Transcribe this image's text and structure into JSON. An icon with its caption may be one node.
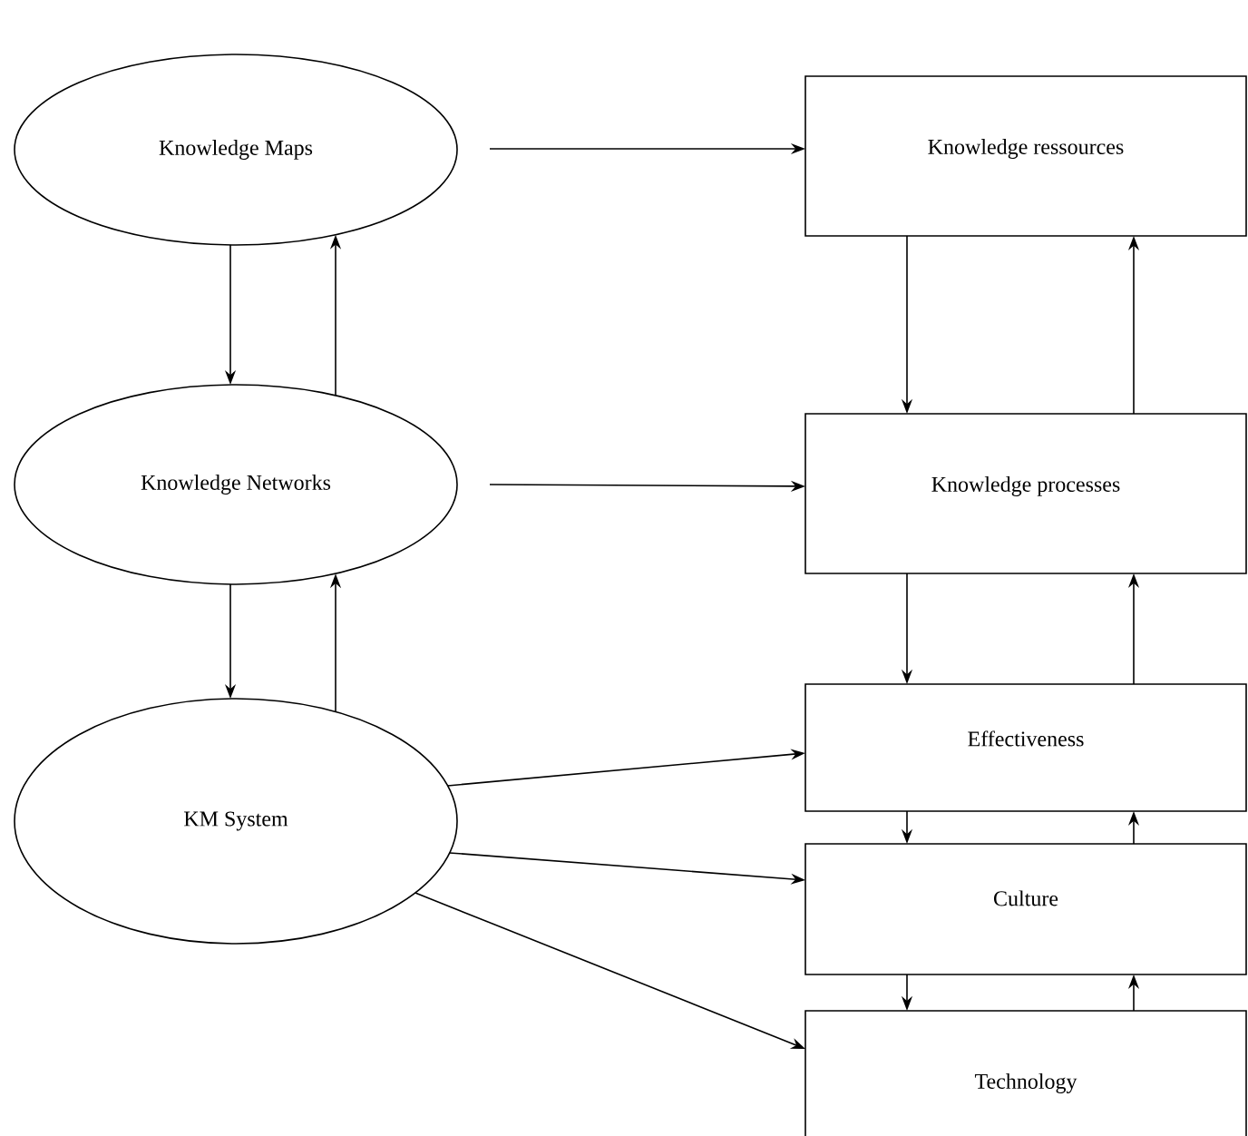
{
  "diagram": {
    "nodes": [
      {
        "text": [
          "Knowledge Maps"
        ]
      },
      {
        "text": [
          "Knowledge Networks"
        ]
      },
      {
        "text": [
          "KM System"
        ]
      },
      {
        "text": [
          "Knowledge ressources"
        ]
      },
      {
        "text": [
          "Knowledge processes"
        ]
      },
      {
        "text": [
          "Effectiveness"
        ]
      },
      {
        "text": [
          "Culture"
        ]
      },
      {
        "text": [
          "Technology"
        ]
      }
    ],
    "edges": [
      {
        "from": 0,
        "to": 3,
        "arrow": "to"
      },
      {
        "from": 0,
        "to": 1,
        "arrow": "to"
      },
      {
        "from": 1,
        "to": 0,
        "arrow": "to"
      },
      {
        "from": 3,
        "to": 4,
        "arrow": "to"
      },
      {
        "from": 4,
        "to": 3,
        "arrow": "to"
      },
      {
        "from": 1,
        "to": 4,
        "arrow": "to"
      },
      {
        "from": 1,
        "to": 2,
        "arrow": "to"
      },
      {
        "from": 2,
        "to": 1,
        "arrow": "to"
      },
      {
        "from": 4,
        "to": 5,
        "arrow": "to"
      },
      {
        "from": 5,
        "to": 4,
        "arrow": "to"
      },
      {
        "from": 2,
        "to": 5,
        "arrow": "to"
      },
      {
        "from": 5,
        "to": 6,
        "arrow": "to"
      },
      {
        "from": 6,
        "to": 5,
        "arrow": "to"
      },
      {
        "from": 2,
        "to": 6,
        "arrow": "to"
      },
      {
        "from": 6,
        "to": 7,
        "arrow": "to"
      },
      {
        "from": 7,
        "to": 6,
        "arrow": "to"
      },
      {
        "from": 2,
        "to": 7,
        "arrow": "to"
      }
    ]
  }
}
